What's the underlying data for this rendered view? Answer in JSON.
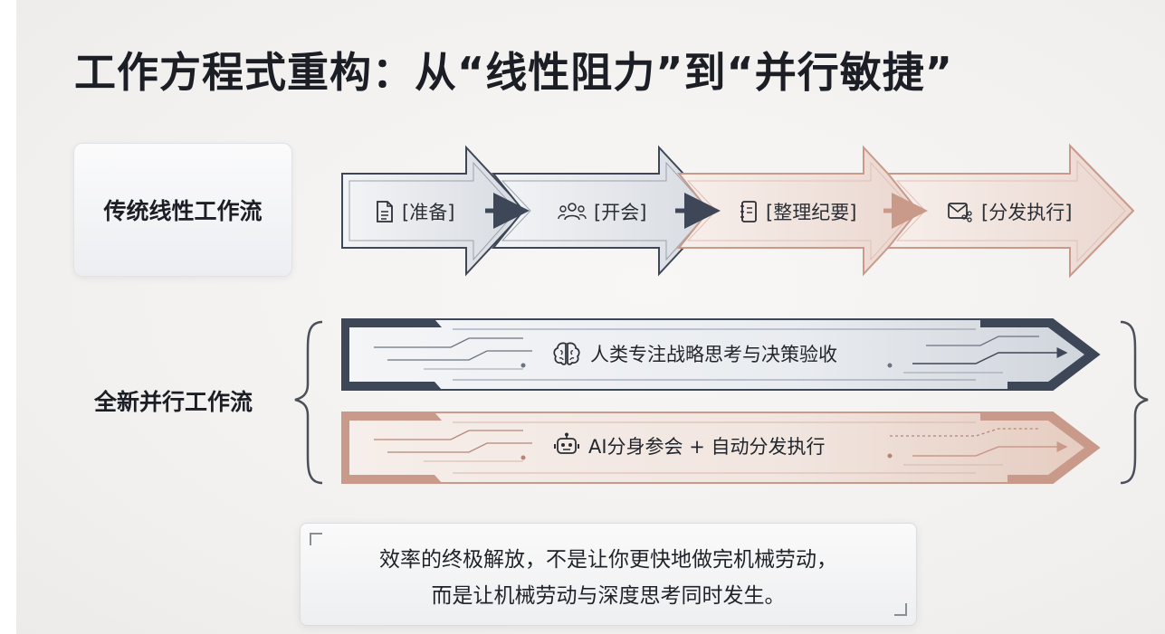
{
  "title": "工作方程式重构：从“线性阻力”到“并行敏捷”",
  "traditional": {
    "label": "传统线性工作流",
    "steps": [
      {
        "label": "[准备]",
        "icon": "document-icon"
      },
      {
        "label": "[开会]",
        "icon": "people-icon"
      },
      {
        "label": "[整理纪要]",
        "icon": "notebook-icon"
      },
      {
        "label": "[分发执行]",
        "icon": "mail-share-icon"
      }
    ]
  },
  "parallel": {
    "label": "全新并行工作流",
    "human": {
      "label": "人类专注战略思考与决策验收",
      "icon": "brain-icon"
    },
    "ai": {
      "label": "AI分身参会 + 自动分发执行",
      "icon": "robot-icon"
    }
  },
  "quote": {
    "line1": "效率的终极解放，不是让你更快地做完机械劳动，",
    "line2": "而是让机械劳动与深度思考同时发生。"
  },
  "colors": {
    "slate": "#3e4757",
    "slate_light": "#dde1e6",
    "copper": "#c9998a",
    "copper_light": "#efe0da",
    "text": "#1b1e24"
  }
}
